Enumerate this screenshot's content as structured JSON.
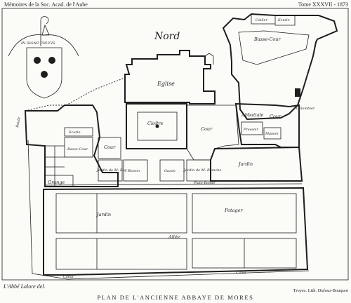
{
  "header": {
    "left_text": "Mémoires de la Soc. Acad. de l'Aube",
    "right_text": "Tome XXXVII - 1873"
  },
  "footer": {
    "left_text": "L'Abbé Lalore del.",
    "right_text": "Troyes. Lith. Dufour-Bouquot",
    "title": "PLAN DE L'ANCIENNE ABBAYE DE MORES"
  },
  "compass": {
    "north_label": "Nord"
  },
  "crest": {
    "motto": "IN SIGNO CRUCIS",
    "shield_color": "#1e1e1e"
  },
  "labels": {
    "eglise": "Eglise",
    "cloitre": "Cloître",
    "cour_left": "Cour",
    "cour_center": "Cour",
    "cour_abbatiale": "Cour",
    "abbatiale": "Abbatiale",
    "basse_cour_top": "Basse-Cour",
    "basse_cour_left": "Basse-Cour",
    "colombier": "Colombier",
    "maison": "Maison",
    "pressoir": "Pressoir",
    "jardin_right": "Jardin",
    "jardin_bottom_left": "Jardin",
    "jardin_de_m_roy": "Jardin de M. Roy",
    "jardin_de_blanche": "Jardin de M. Blanche",
    "blason": "Blason",
    "gazon": "Gazon",
    "grange": "Grange",
    "potager": "Potager",
    "allee": "Allée",
    "plate_bande": "Plate-Bande",
    "ecurie_top": "Ecurie",
    "cellier": "Cellier",
    "ecurie_left": "Ecurie",
    "canal_left": "Canal",
    "canal_right": "Canal",
    "grande_route": "Route"
  },
  "accent_color": "#1e1e1e"
}
